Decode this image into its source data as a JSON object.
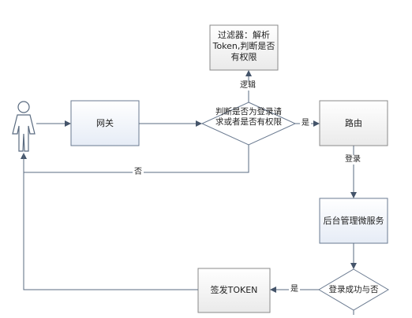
{
  "nodes": {
    "gateway": "网关",
    "decision_auth": "判断是否为登录请求或者是否有权限",
    "filter": "过滤器：解析Token,判断是否有权限",
    "route": "路由",
    "admin_service": "后台管理微服务",
    "login_result": "登录成功与否",
    "issue_token": "签发TOKEN"
  },
  "edges": {
    "logic": "逻辑",
    "yes_to_route": "是",
    "no_back": "否",
    "login": "登录",
    "yes_issue": "是"
  },
  "colors": {
    "box_fill_blue": "#e9eef7",
    "box_fill_gray": "#efefef",
    "line": "#5a6b80",
    "arrow": "#44546a"
  }
}
